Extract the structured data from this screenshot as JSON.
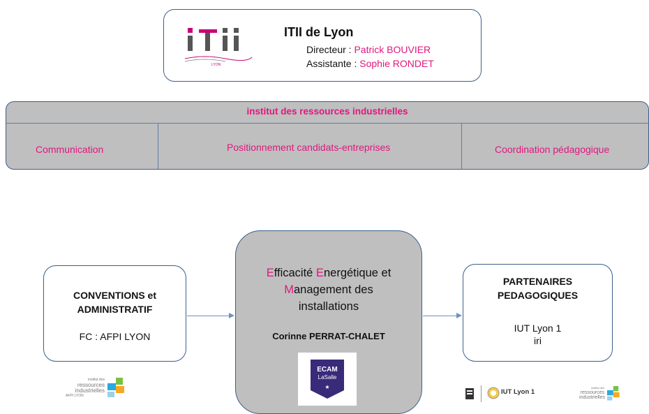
{
  "itii": {
    "logo_text": "itii",
    "logo_sub": "LYON",
    "title": "ITII de Lyon",
    "director_label": "Directeur : ",
    "director_name": "Patrick BOUVIER",
    "assistant_label": "Assistante : ",
    "assistant_name": "Sophie RONDET"
  },
  "iri_band": {
    "title": "institut des ressources industrielles",
    "cells": [
      "Communication",
      "Positionnement candidats-entreprises",
      "Coordination pédagogique"
    ]
  },
  "conventions": {
    "title_line1": "CONVENTIONS et",
    "title_line2": "ADMINISTRATIF",
    "body": "FC : AFPI LYON"
  },
  "efficacite": {
    "line1_letter": "E",
    "line1_rest": "fficacité ",
    "line1_letter2": "E",
    "line1_rest2": "nergétique et",
    "line2_letter": "M",
    "line2_rest": "anagement des",
    "line3": "installations",
    "person": "Corinne PERRAT-CHALET",
    "logo_line1": "ECAM",
    "logo_line2": "LaSalle",
    "logo_star": "★"
  },
  "partenaires": {
    "title_line1": "PARTENAIRES",
    "title_line2": "PEDAGOGIQUES",
    "item1": "IUT Lyon 1",
    "item2": "iri"
  },
  "logos": {
    "iri_small_line1": "institut des",
    "iri_small_line2": "ressources",
    "iri_small_line3": "industrielles",
    "iri_small_sub": "AFPI LYON",
    "iut_text": "IUT Lyon 1"
  },
  "colors": {
    "accent": "#e0177f",
    "border": "#3b5f8a",
    "band": "#bfbfbf",
    "ecam": "#3a2a7a"
  }
}
